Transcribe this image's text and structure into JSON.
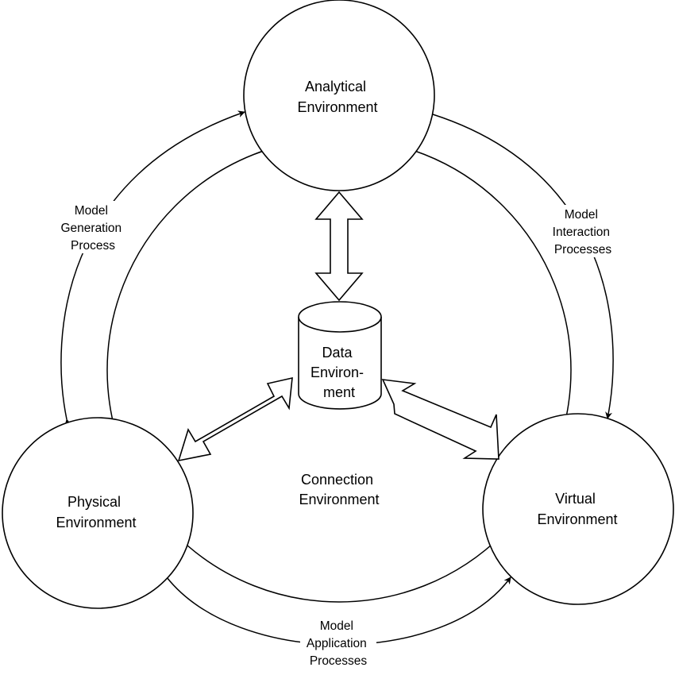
{
  "nodes": {
    "analytical": [
      "Analytical",
      "Environment"
    ],
    "physical": [
      "Physical",
      "Environment"
    ],
    "virtual": [
      "Virtual",
      "Environment"
    ],
    "data": [
      "Data",
      "Environ-",
      "ment"
    ],
    "connection": [
      "Connection",
      "Environment"
    ]
  },
  "edges": {
    "generation": [
      "Model",
      "Generation",
      "Process"
    ],
    "interaction": [
      "Model",
      "Interaction",
      "Processes"
    ],
    "application": [
      "Model",
      "Application",
      "Processes"
    ]
  }
}
